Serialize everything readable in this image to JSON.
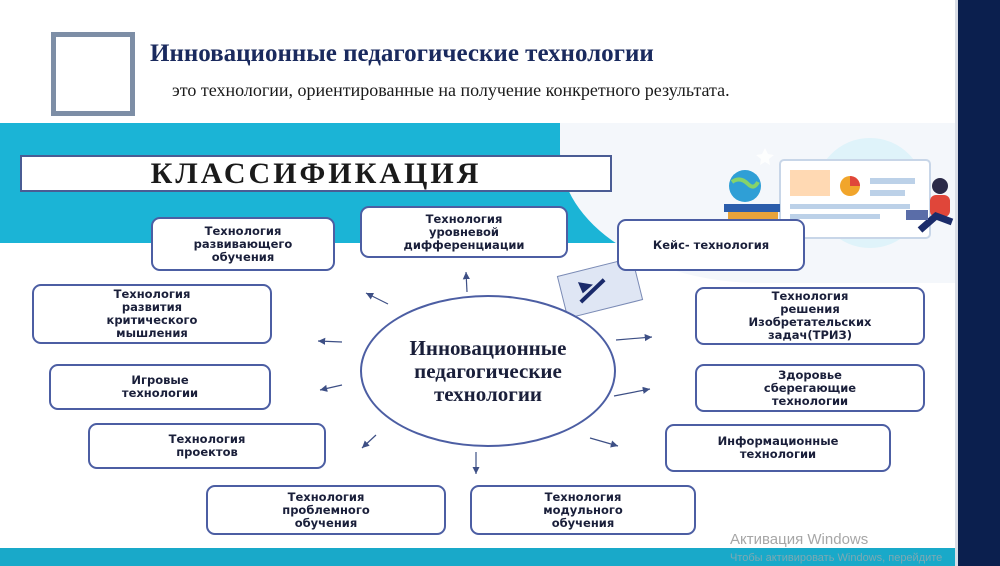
{
  "slide": {
    "title": "Инновационные педагогические технологии",
    "subtitle": "это технологии, ориентированные на получение конкретного результата."
  },
  "diagram": {
    "header": "КЛАССИФИКАЦИЯ",
    "center": "Инновационные\nпедагогические\nтехнологии",
    "nodes": [
      "Технология\nразвивающего\nобучения",
      "Технология\nуровневой\nдифференциации",
      "Кейс- технология",
      "Технология\nразвития\nкритического\nмышления",
      "Технология\nрешения\nИзобретательских\nзадач(ТРИЗ)",
      "Игровые\nтехнологии",
      "Здоровье\nсберегающие\nтехнологии",
      "Технология\nпроектов",
      "Информационные\nтехнологии",
      "Технология\nпроблемного\nобучения",
      "Технология\nмодульного\nобучения"
    ]
  },
  "watermark": {
    "line1": "Активация Windows",
    "line2": "Чтобы активировать Windows, перейдите"
  },
  "colors": {
    "band": "#1bb4d6",
    "navy": "#0b1f4e",
    "node_border": "#4c5ea3",
    "title": "#1a2a5e"
  },
  "icons": [
    "pointer-arrow-icon",
    "laptop-illustration",
    "globe-icon",
    "books-icon",
    "person-icon"
  ]
}
